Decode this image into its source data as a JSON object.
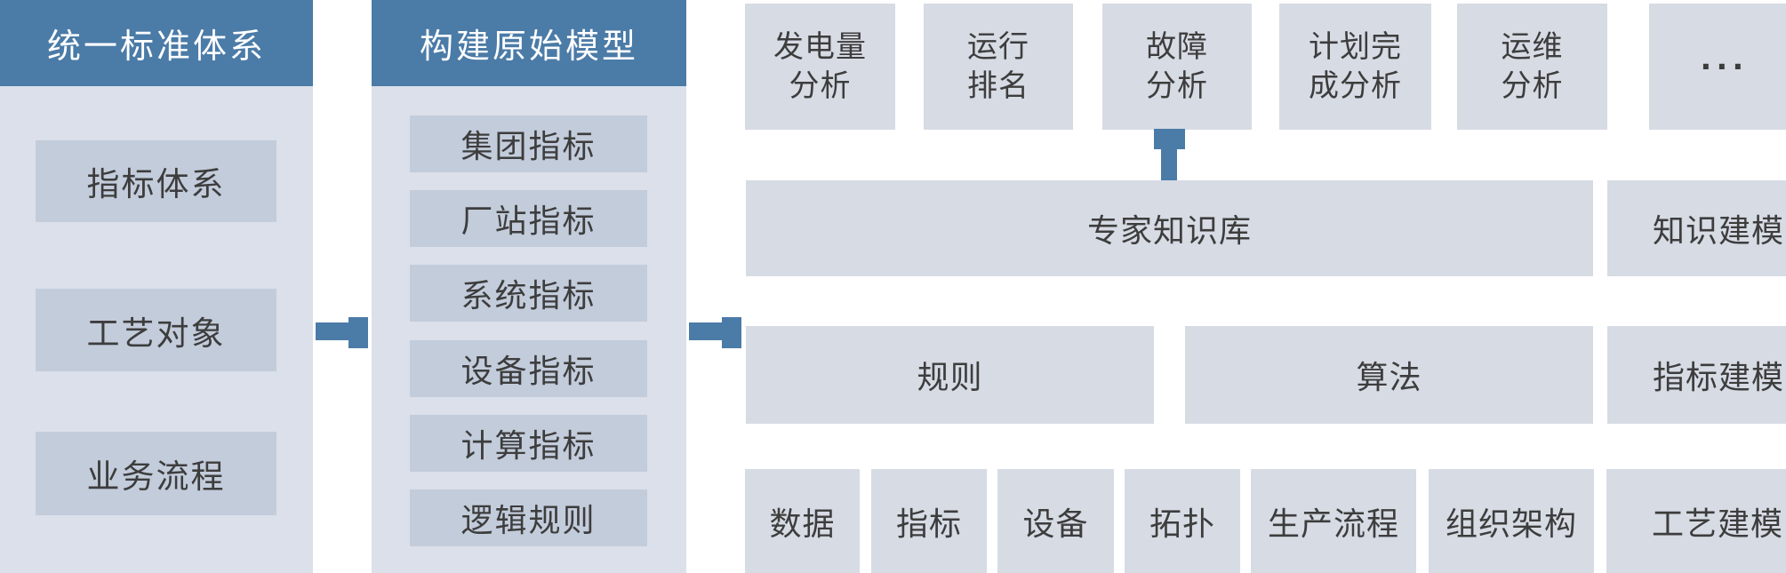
{
  "diagram": {
    "standards_panel": {
      "title": "统一标准体系",
      "items": [
        "指标体系",
        "工艺对象",
        "业务流程"
      ]
    },
    "model_panel": {
      "title": "构建原始模型",
      "items": [
        "集团指标",
        "厂站指标",
        "系统指标",
        "设备指标",
        "计算指标",
        "逻辑规则"
      ]
    },
    "analysis_boxes": [
      {
        "line1": "发电量",
        "line2": "分析"
      },
      {
        "line1": "运行",
        "line2": "排名"
      },
      {
        "line1": "故障",
        "line2": "分析"
      },
      {
        "line1": "计划完",
        "line2": "成分析"
      },
      {
        "line1": "运维",
        "line2": "分析"
      },
      {
        "line1": "···",
        "line2": ""
      }
    ],
    "knowledge_row": {
      "main": "专家知识库",
      "side": "知识建模"
    },
    "rules_row": {
      "left": "规则",
      "right": "算法",
      "side": "指标建模"
    },
    "objects_row": {
      "items": [
        "数据",
        "指标",
        "设备",
        "拓扑",
        "生产流程",
        "组织架构"
      ],
      "side": "工艺建模"
    },
    "colors": {
      "accent_blue": "#4b7ba7",
      "panel_bg": "#dbe0ea",
      "panel_item_bg": "#c3ccdb",
      "box_bg": "#d6dbe4",
      "text_dark": "#3d3d3d",
      "header_text": "#ffffff"
    }
  }
}
